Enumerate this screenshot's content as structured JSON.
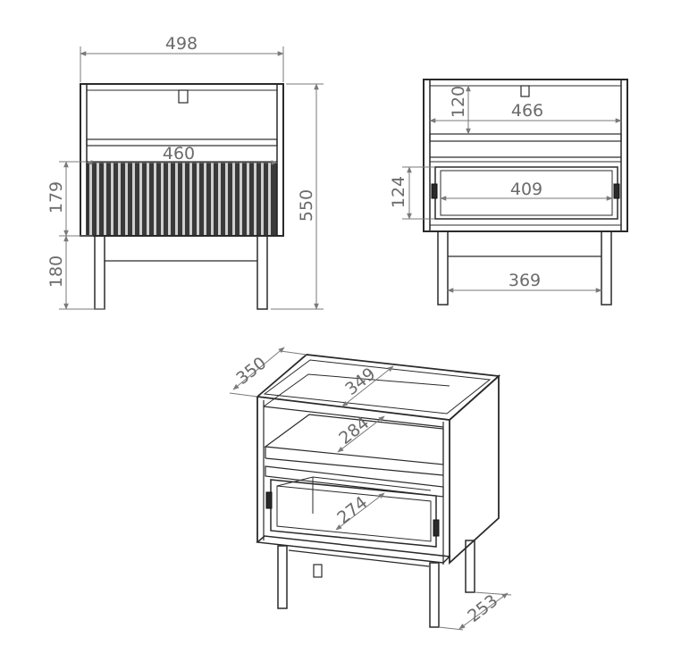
{
  "front_view": {
    "width": "498",
    "inner_width": "460",
    "height": "550",
    "drawer_height": "179",
    "leg_height": "180"
  },
  "back_view": {
    "shelf_height": "120",
    "inner_width": "466",
    "drawer_height": "124",
    "drawer_width": "409",
    "leg_span": "369"
  },
  "iso_view": {
    "depth": "350",
    "top_depth": "349",
    "shelf_depth": "284",
    "drawer_depth": "274",
    "leg_depth": "253"
  }
}
